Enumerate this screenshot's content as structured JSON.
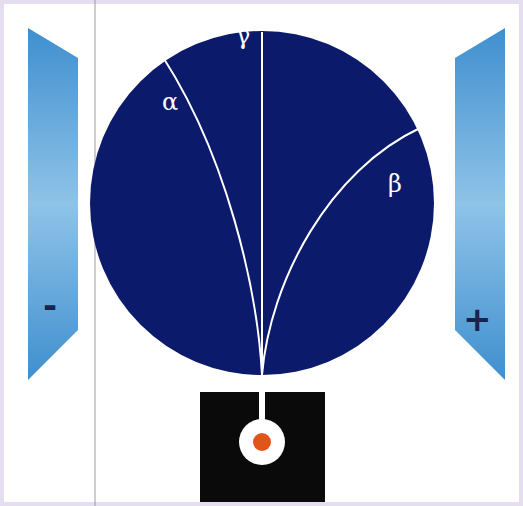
{
  "diagram": {
    "nodes": [
      {
        "text": [
          "-"
        ]
      },
      {
        "text": [
          "+"
        ]
      }
    ],
    "labels": [
      "α",
      "γ",
      "β"
    ]
  }
}
